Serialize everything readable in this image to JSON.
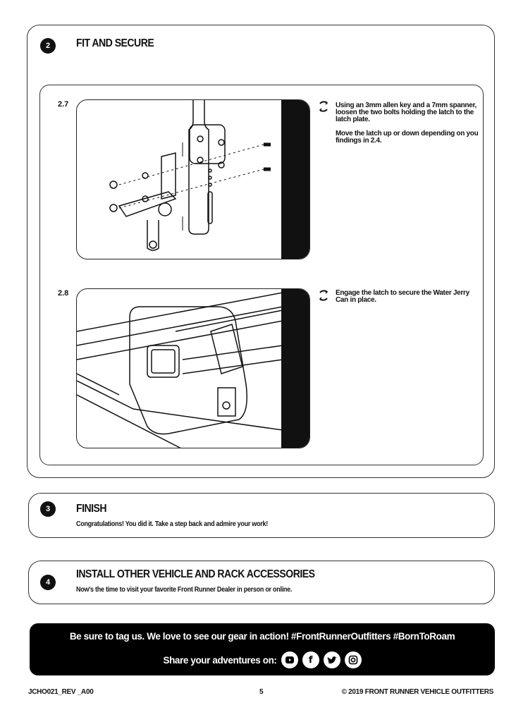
{
  "step2": {
    "number": "2",
    "title": "FIT AND SECURE",
    "figures": [
      {
        "label": "2.7",
        "instructions": [
          "Using an 3mm allen key and a 7mm spanner, loosen the two bolts holding the latch to the latch plate.",
          "Move the latch up or down depending on you findings in 2.4."
        ],
        "icon": "rotate-arrows-icon"
      },
      {
        "label": "2.8",
        "instructions": [
          "Engage the latch to secure the Water Jerry Can in place."
        ],
        "icon": "rotate-arrows-icon"
      }
    ]
  },
  "step3": {
    "number": "3",
    "title": "FINISH",
    "text": "Congratulations! You did it. Take a step back and admire your work!"
  },
  "step4": {
    "number": "4",
    "title": "INSTALL OTHER VEHICLE AND RACK ACCESSORIES",
    "text": "Now's the time to visit your favorite Front Runner Dealer in person or online."
  },
  "footer": {
    "tagline": "Be sure to tag us. We love to see our gear in action!  #FrontRunnerOutfitters  #BornToRoam",
    "share": "Share your adventures on:",
    "social": [
      "youtube",
      "facebook",
      "twitter",
      "instagram"
    ]
  },
  "page": {
    "doc_code": "JCHO021_REV _A00",
    "page_number": "5",
    "copyright": "© 2019 FRONT RUNNER VEHICLE OUTFITTERS"
  }
}
